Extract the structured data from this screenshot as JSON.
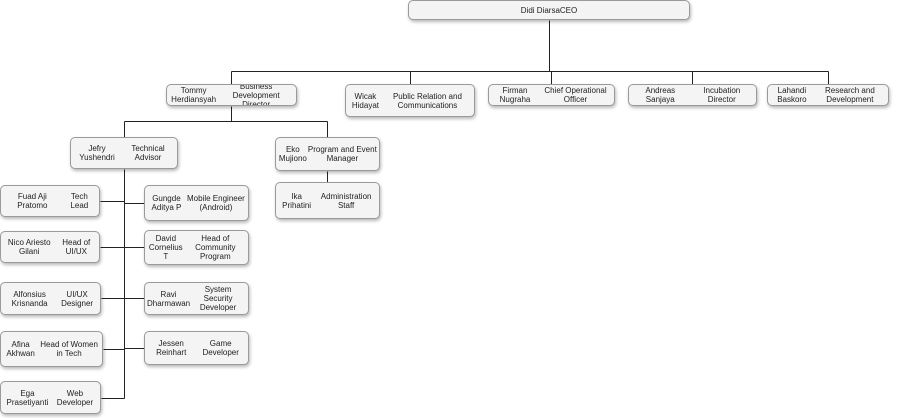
{
  "chart": {
    "title": "",
    "nodes": [
      {
        "id": "ceo",
        "name": "Didi Diarsa",
        "role": "CEO"
      },
      {
        "id": "bdd",
        "name": "Tommy Herdiansyah",
        "role": "Business Development Director"
      },
      {
        "id": "pr",
        "name": "Wicak Hidayat",
        "role": "Public Relation and Communications"
      },
      {
        "id": "coo",
        "name": "Firman Nugraha",
        "role": "Chief Operational Officer"
      },
      {
        "id": "inc",
        "name": "Andreas Sanjaya",
        "role": "Incubation Director"
      },
      {
        "id": "rnd",
        "name": "Lahandi Baskoro",
        "role": "Research and Development"
      },
      {
        "id": "ta",
        "name": "Jefry Yushendri",
        "role": "Technical Advisor"
      },
      {
        "id": "pem",
        "name": "Eko Mujiono",
        "role": "Program and Event Manager"
      },
      {
        "id": "adm",
        "name": "Ika Prihatini",
        "role": "Administration Staff"
      },
      {
        "id": "tl",
        "name": "Fuad Aji Pratomo",
        "role": "Tech Lead"
      },
      {
        "id": "mob",
        "name": "Gungde Aditya P",
        "role": "Mobile Engineer (Android)"
      },
      {
        "id": "uxh",
        "name": "Nico Ariesto Gilani",
        "role": "Head of UI/UX"
      },
      {
        "id": "comm",
        "name": "David Cornelius T",
        "role": "Head of Community Program"
      },
      {
        "id": "uxd",
        "name": "Alfonsius Krisnanda",
        "role": "UI/UX Designer"
      },
      {
        "id": "sec",
        "name": "Ravi Dharmawan",
        "role": "System Security Developer"
      },
      {
        "id": "wit",
        "name": "Afina Akhwan",
        "role": "Head of Women in Tech"
      },
      {
        "id": "game",
        "name": "Jessen Reinhart",
        "role": "Game Developer"
      },
      {
        "id": "web",
        "name": "Ega Prasetiyanti",
        "role": "Web Developer"
      }
    ]
  }
}
